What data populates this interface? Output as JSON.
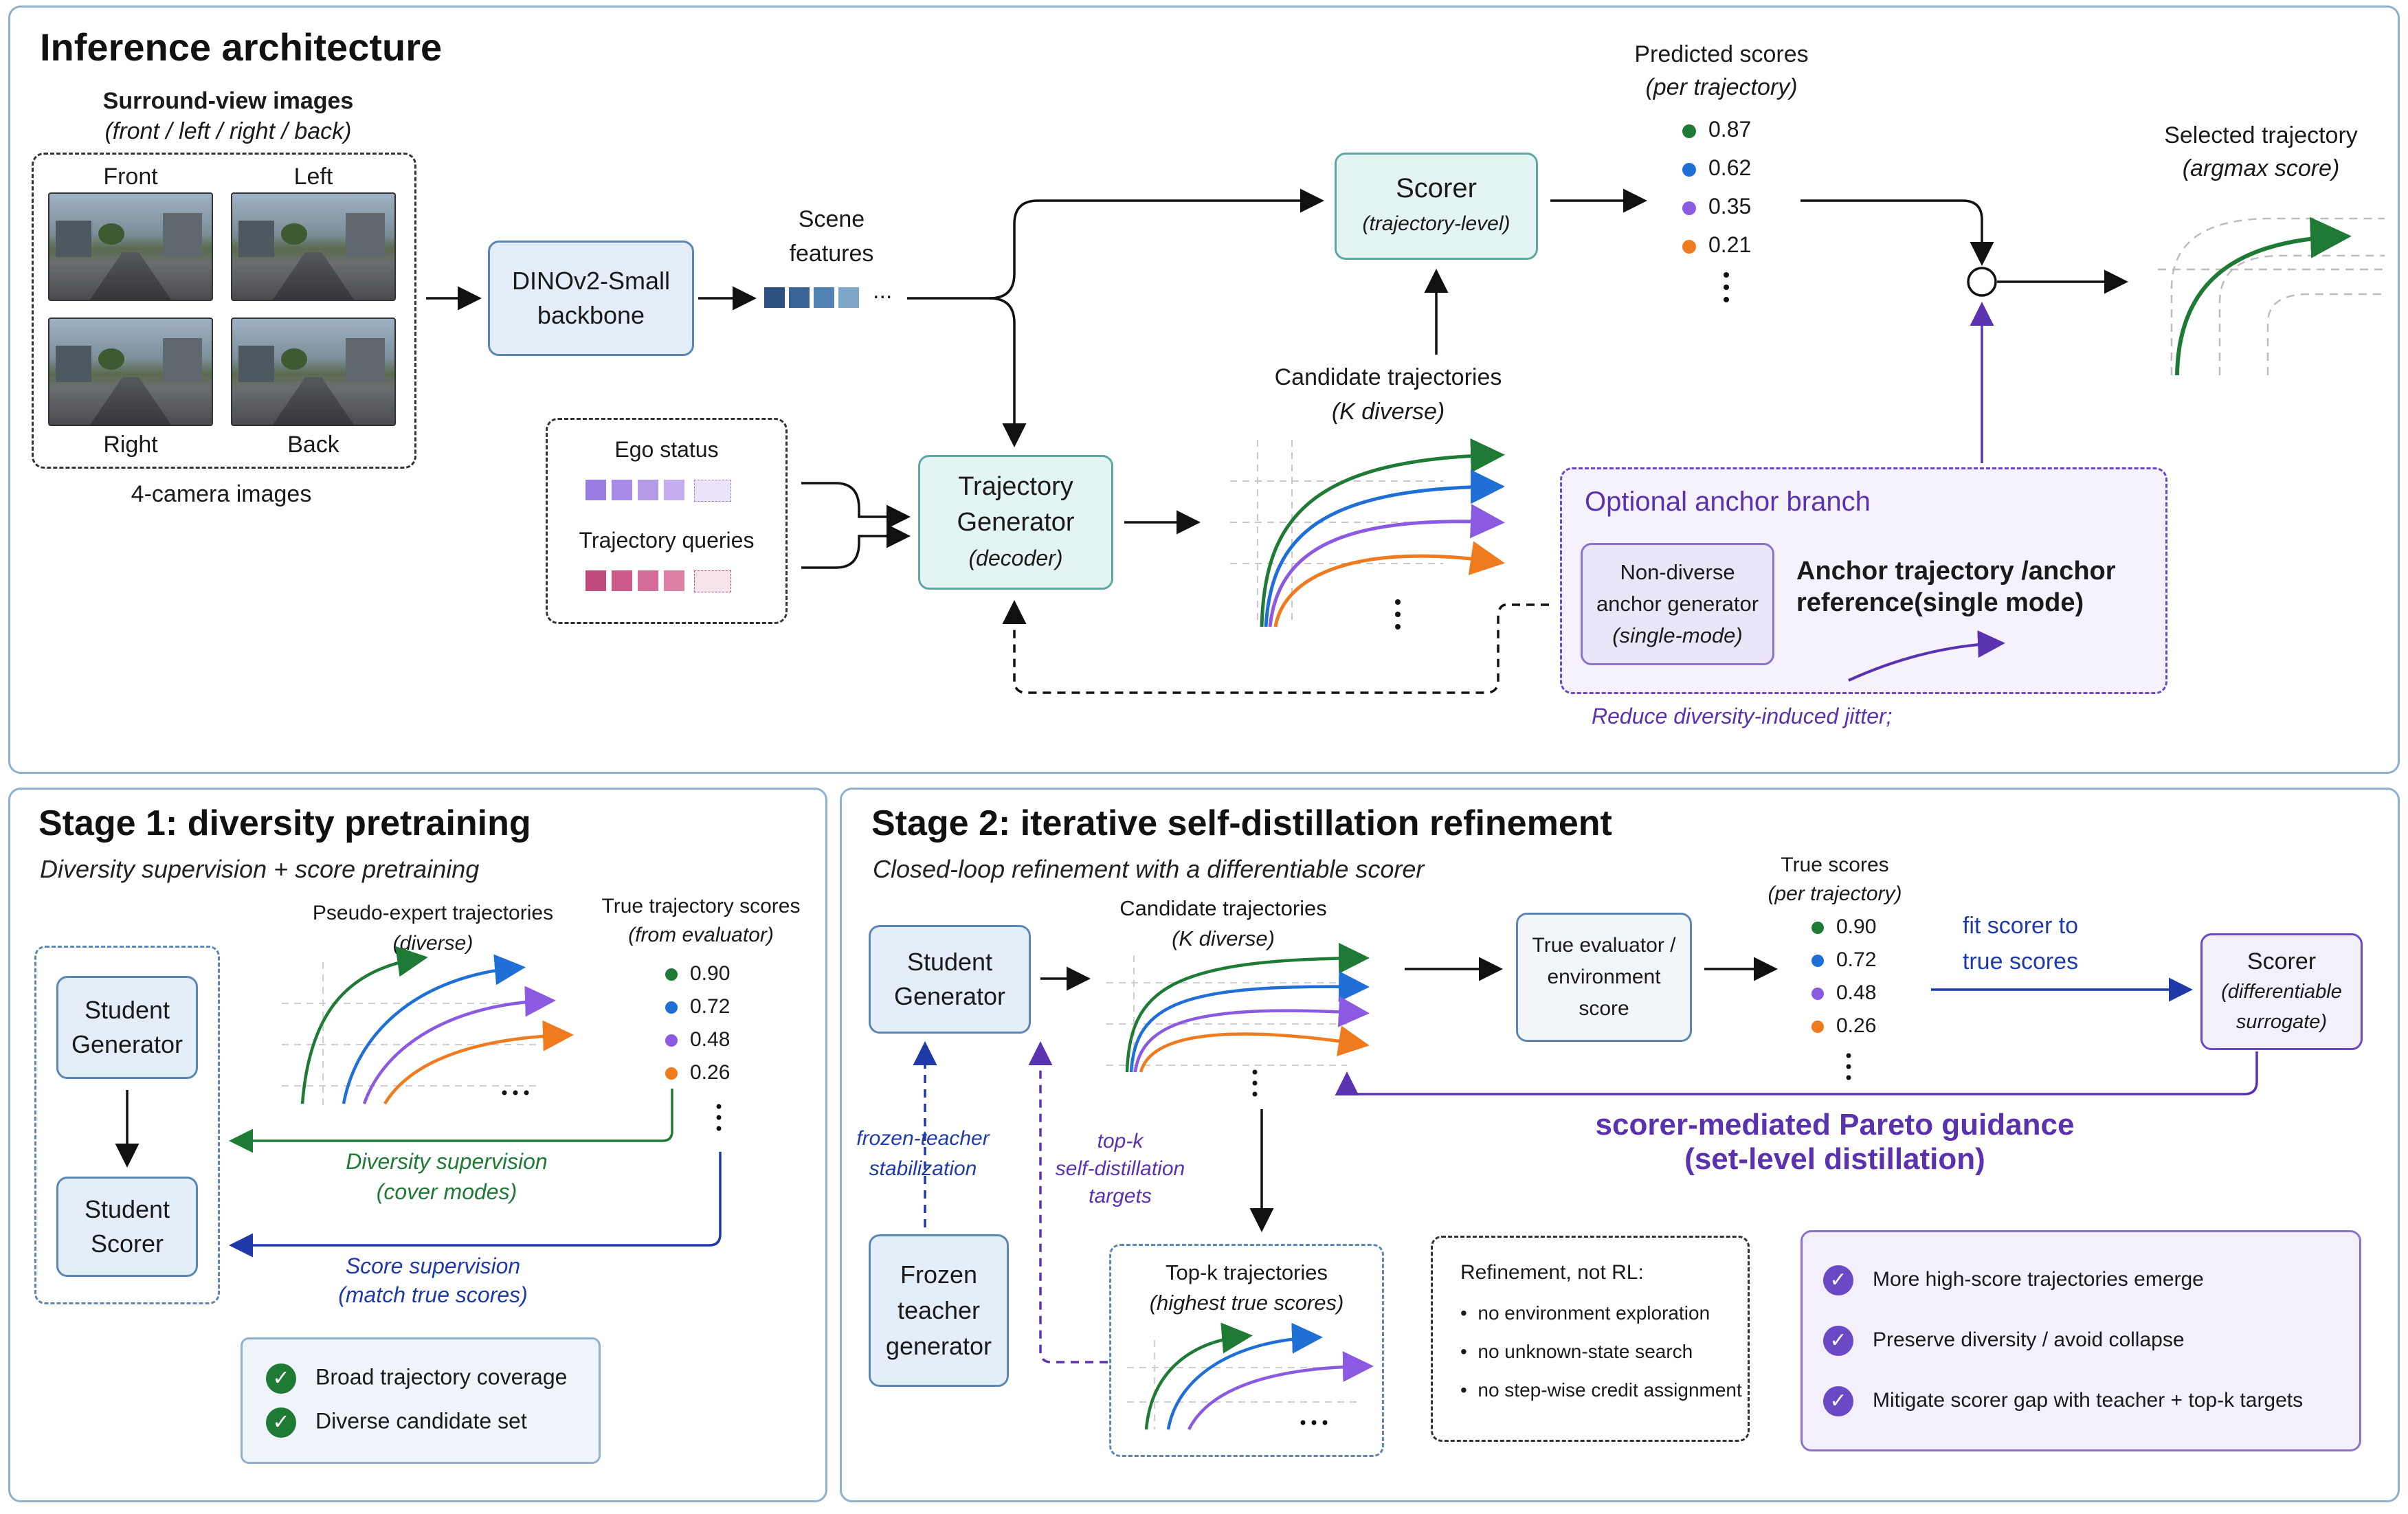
{
  "inference": {
    "title": "Inference architecture",
    "surround_title": "Surround-view images",
    "surround_sub": "(front / left / right / back)",
    "cam_front": "Front",
    "cam_left": "Left",
    "cam_right": "Right",
    "cam_back": "Back",
    "four_cam": "4-camera images",
    "dino_line1": "DINOv2-Small",
    "dino_line2": "backbone",
    "scene_line1": "Scene",
    "scene_line2": "features",
    "ellipsis": "...",
    "ego_status": "Ego status",
    "traj_queries": "Trajectory queries",
    "gen_line1": "Trajectory",
    "gen_line2": "Generator",
    "gen_line3": "(decoder)",
    "scorer_line1": "Scorer",
    "scorer_line2": "(trajectory-level)",
    "pred_title": "Predicted scores",
    "pred_sub": "(per trajectory)",
    "pred_scores": [
      "0.87",
      "0.62",
      "0.35",
      "0.21"
    ],
    "cand_title": "Candidate trajectories",
    "cand_sub": "(K diverse)",
    "selected_title": "Selected trajectory",
    "selected_sub": "(argmax score)",
    "anchor_title": "Optional anchor branch",
    "nondiv_line1": "Non-diverse",
    "nondiv_line2": "anchor generator",
    "nondiv_line3": "(single-mode)",
    "anchor_ref_line1": "Anchor trajectory /anchor",
    "anchor_ref_line2": "reference(single mode)",
    "reduce": "Reduce diversity-induced jitter;"
  },
  "stage1": {
    "title": "Stage 1:  diversity pretraining",
    "subtitle": "Diversity supervision + score pretraining",
    "student_gen_1": "Student",
    "student_gen_2": "Generator",
    "student_scorer_1": "Student",
    "student_scorer_2": "Scorer",
    "pseudo_title": "Pseudo-expert trajectories",
    "pseudo_sub": "(diverse)",
    "true_title": "True trajectory scores",
    "true_sub": "(from evaluator)",
    "true_scores": [
      "0.90",
      "0.72",
      "0.48",
      "0.26"
    ],
    "div_sup_1": "Diversity supervision",
    "div_sup_2": "(cover modes)",
    "score_sup_1": "Score supervision",
    "score_sup_2": "(match true scores)",
    "benefits": [
      "Broad trajectory coverage",
      "Diverse candidate set"
    ]
  },
  "stage2": {
    "title": "Stage 2:  iterative self-distillation refinement",
    "subtitle": "Closed-loop refinement with a differentiable scorer",
    "student_gen_1": "Student",
    "student_gen_2": "Generator",
    "cand_title": "Candidate trajectories",
    "cand_sub": "(K diverse)",
    "eval_line1": "True evaluator /",
    "eval_line2": "environment",
    "eval_line3": "score",
    "true_title": "True scores",
    "true_sub": "(per trajectory)",
    "true_scores": [
      "0.90",
      "0.72",
      "0.48",
      "0.26"
    ],
    "fit_line1": "fit scorer to",
    "fit_line2": "true scores",
    "scorer_line1": "Scorer",
    "scorer_line2": "(differentiable",
    "scorer_line3": "surrogate)",
    "pareto_line1": "scorer-mediated Pareto guidance",
    "pareto_line2": "(set-level distillation)",
    "frozen_stab_1": "frozen-teacher",
    "frozen_stab_2": "stabilization",
    "topk_lbl_1": "top-k",
    "topk_lbl_2": "self-distillation",
    "topk_lbl_3": "targets",
    "frozen_1": "Frozen",
    "frozen_2": "teacher",
    "frozen_3": "generator",
    "topk_title": "Top-k trajectories",
    "topk_sub": "(highest true scores)",
    "refine_title": "Refinement, not RL:",
    "refine_items": [
      "no environment exploration",
      "no unknown-state search",
      "no step-wise credit assignment"
    ],
    "outcomes": [
      "More high-score trajectories emerge",
      "Preserve diversity / avoid collapse",
      "Mitigate scorer gap with teacher + top-k targets"
    ]
  },
  "colors": {
    "green": "#1e7a34",
    "blue": "#1f6fd6",
    "purple": "#8a5ae0",
    "orange": "#f07a1e",
    "navy": "#1f3aa8",
    "violet": "#5a32b0"
  }
}
